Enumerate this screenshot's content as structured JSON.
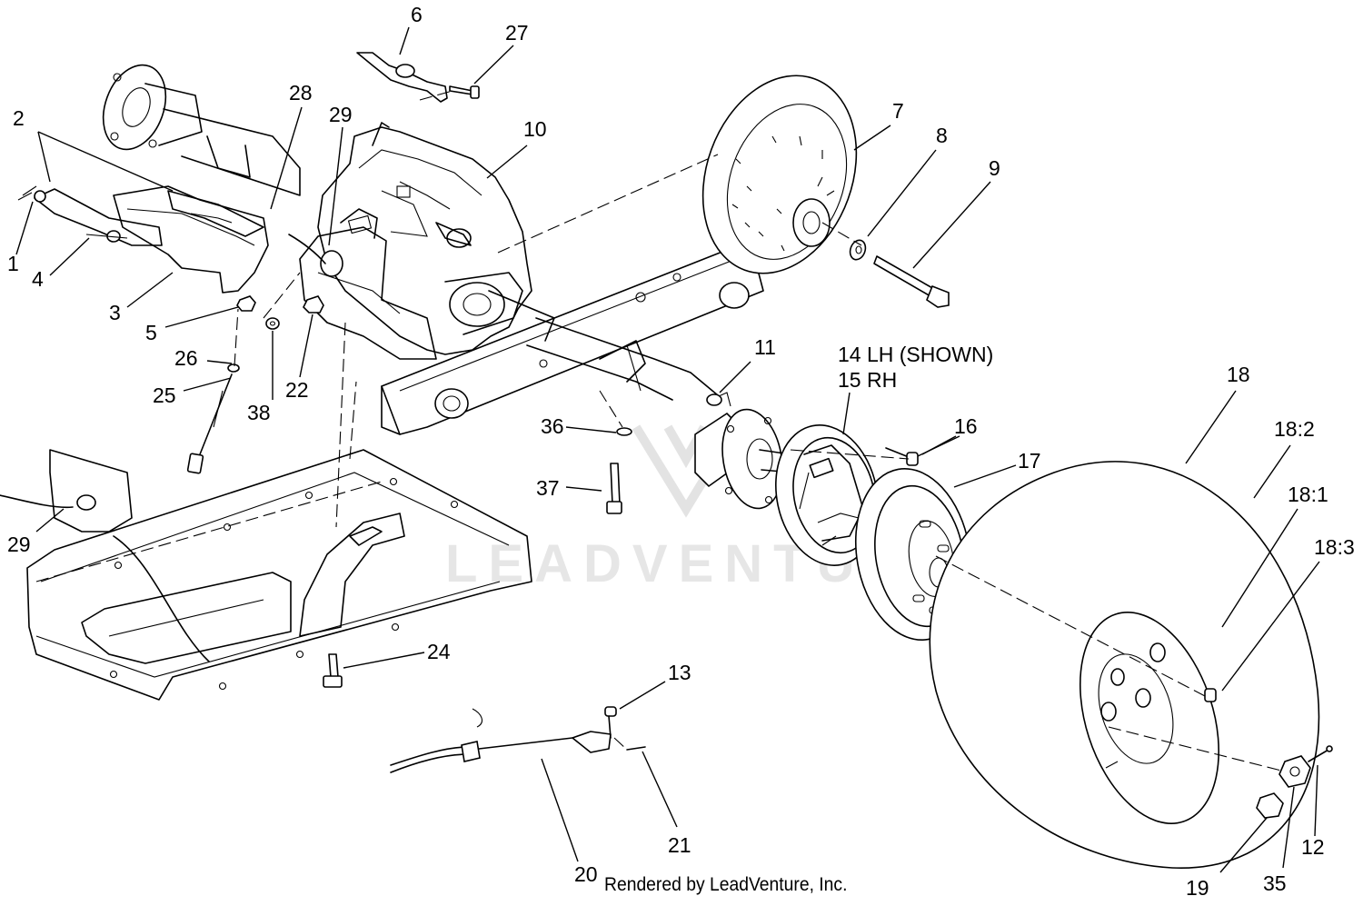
{
  "diagram": {
    "watermark": "LEADVENTURE",
    "credit": "Rendered by LeadVenture, Inc.",
    "callouts": [
      {
        "id": "c1",
        "label": "1"
      },
      {
        "id": "c2",
        "label": "2"
      },
      {
        "id": "c3",
        "label": "3"
      },
      {
        "id": "c4",
        "label": "4"
      },
      {
        "id": "c5",
        "label": "5"
      },
      {
        "id": "c6",
        "label": "6"
      },
      {
        "id": "c7",
        "label": "7"
      },
      {
        "id": "c8",
        "label": "8"
      },
      {
        "id": "c9",
        "label": "9"
      },
      {
        "id": "c10",
        "label": "10"
      },
      {
        "id": "c11",
        "label": "11"
      },
      {
        "id": "c12",
        "label": "12"
      },
      {
        "id": "c13",
        "label": "13"
      },
      {
        "id": "c14",
        "label": "14 LH  (SHOWN)"
      },
      {
        "id": "c15",
        "label": "15 RH"
      },
      {
        "id": "c16",
        "label": "16"
      },
      {
        "id": "c17",
        "label": "17"
      },
      {
        "id": "c18",
        "label": "18"
      },
      {
        "id": "c18_1",
        "label": "18:1"
      },
      {
        "id": "c18_2",
        "label": "18:2"
      },
      {
        "id": "c18_3",
        "label": "18:3"
      },
      {
        "id": "c19",
        "label": "19"
      },
      {
        "id": "c20",
        "label": "20"
      },
      {
        "id": "c21",
        "label": "21"
      },
      {
        "id": "c22",
        "label": "22"
      },
      {
        "id": "c24",
        "label": "24"
      },
      {
        "id": "c25",
        "label": "25"
      },
      {
        "id": "c26",
        "label": "26"
      },
      {
        "id": "c27",
        "label": "27"
      },
      {
        "id": "c28",
        "label": "28"
      },
      {
        "id": "c29a",
        "label": "29"
      },
      {
        "id": "c29b",
        "label": "29"
      },
      {
        "id": "c35",
        "label": "35"
      },
      {
        "id": "c36",
        "label": "36"
      },
      {
        "id": "c37",
        "label": "37"
      },
      {
        "id": "c38",
        "label": "38"
      }
    ]
  }
}
